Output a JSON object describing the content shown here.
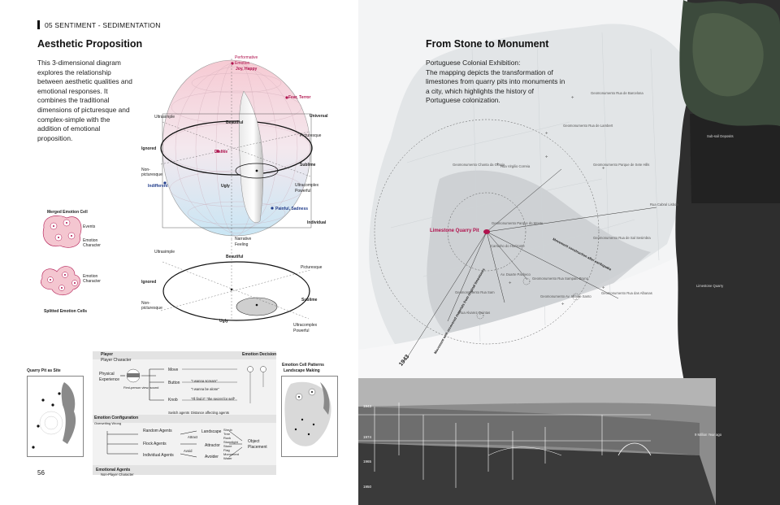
{
  "chapter": {
    "label": "05 SENTIMENT - SEDIMENTATION"
  },
  "left": {
    "heading": "Aesthetic Proposition",
    "body": "This 3-dimensional diagram explores the relationship between aesthetic qualities and emotional responses. It combines the traditional dimensions of picturesque and complex-simple with the addition of emotional proposition.",
    "page_number": "56",
    "sphere_labels": {
      "performative": "Performative",
      "emotion_top": "Emotion",
      "joy": "Joy, Happy",
      "fear": "Fear, Terror",
      "beautiful": "Beautiful",
      "universal": "Universal",
      "ultrasimple": "Ultrasimple",
      "picturesque": "Picturesque",
      "ignored": "Ignored",
      "dislike": "Dislike",
      "sublime": "Sublime",
      "non": "Non-",
      "picturesque2": "picturesque",
      "indifferent": "Indifferent",
      "ugly": "Ugly",
      "ultracomplex": "Ultracomplex",
      "powerful": "Powerful",
      "painful": "Painful, Sadness",
      "individual": "Individual",
      "narrative": "Narrative",
      "feeling": "Feeling"
    },
    "ellipse_labels": {
      "ultrasimple": "Ultrasimple",
      "beautiful": "Beautiful",
      "picturesque": "Picturesque",
      "ignored": "Ignored",
      "sublime": "Sublime",
      "non": "Non-",
      "picturesque2": "picturesque",
      "ugly": "Ugly",
      "ultracomplex": "Ultracomplex",
      "powerful": "Powerful"
    },
    "cells": {
      "merged_title": "Merged Emotion Cell",
      "events": "Events",
      "emotion": "Emotion",
      "character": "Character",
      "split_title": "Splitted Emotion Cells"
    },
    "flow": {
      "quarry_title": "Quarry Pit as Site",
      "player": "Player",
      "player_character": "Player Character",
      "emotion_decision": "Emotion Decision",
      "physical": "Physical",
      "experience": "Experience",
      "first_person": "First-person view, sound",
      "move": "Move",
      "button": "Button",
      "knob": "Knob",
      "q1": "\"I wanna scream\"",
      "q2": "\"I wanna be alone\"",
      "q3": "\"I'll find it\" \"the secret for self\"",
      "switch_agents": "Switch agents",
      "distance": "Distance affecting agents",
      "emotion_config": "Emotion Configuration",
      "overlapping": "Overwriting Wrong",
      "random_agents": "Random Agents",
      "flock_agents": "Flock Agents",
      "individual_agents": "Individual Agents",
      "attract": "Attract",
      "avoid": "Avoid",
      "landscape": "Landscape",
      "attractor": "Attractor",
      "avoider": "Avoider",
      "object": "Object",
      "placement": "Placement",
      "cell_patterns": "Emotion Cell Patterns",
      "landscape_making": "Landscape Making",
      "emotional_agents": "Emotional Agents",
      "non_player": "Non-Player Character",
      "shrub": "Shrub",
      "tree": "Tree",
      "rock": "Rock",
      "stonelight": "Stonelight",
      "stone": "Stone",
      "flag": "Flag",
      "monument": "Monument",
      "water": "Water"
    }
  },
  "right": {
    "heading": "From Stone to Monument",
    "body": "Portuguese Colonial Exhibition:\nThe mapping depicts the transformation of limestones from quarry pits into monuments in a city, which highlights the history of Portuguese colonization.",
    "map": {
      "quarry": "Limestone Quarry Pit",
      "year": "1943",
      "movement": "Movement construction after earthquake",
      "recovered": "Movement with recovered materials from original limestones",
      "places": [
        "Geomonumento Rua de Barcelona",
        "Geomonumento Rua de Lambert",
        "Geomonumento Chanta da Granja",
        "Rua Virgilio Correia",
        "Geomonumento Parque de Sete Hills",
        "Geomonumento Parque do Monte",
        "Caminho do Horizonte",
        "Av. Duarte Pacheco",
        "Geomonumento Rua Sampaio Bruno",
        "Geomonumento Rua de Sal Sesimbra",
        "Geomonumento Rua Sam",
        "Rua Alvarez Quintas",
        "Geomonumento Av. Infante Santo",
        "Geomonumento Rua das Albanas",
        "Rua Cabral Lisboa"
      ],
      "timeline": [
        "1943",
        "1974",
        "1965",
        "1950"
      ],
      "geo_labels": {
        "sub_deposits": "Sub-soil Deposits",
        "limestone_quarry": "Limestone Quarry",
        "million": "9 Million Year ago"
      }
    }
  },
  "colors": {
    "accent": "#b0134e",
    "blue": "#1f3b8a",
    "pink": "#f2c4cf",
    "sky": "#cfe6f2"
  }
}
